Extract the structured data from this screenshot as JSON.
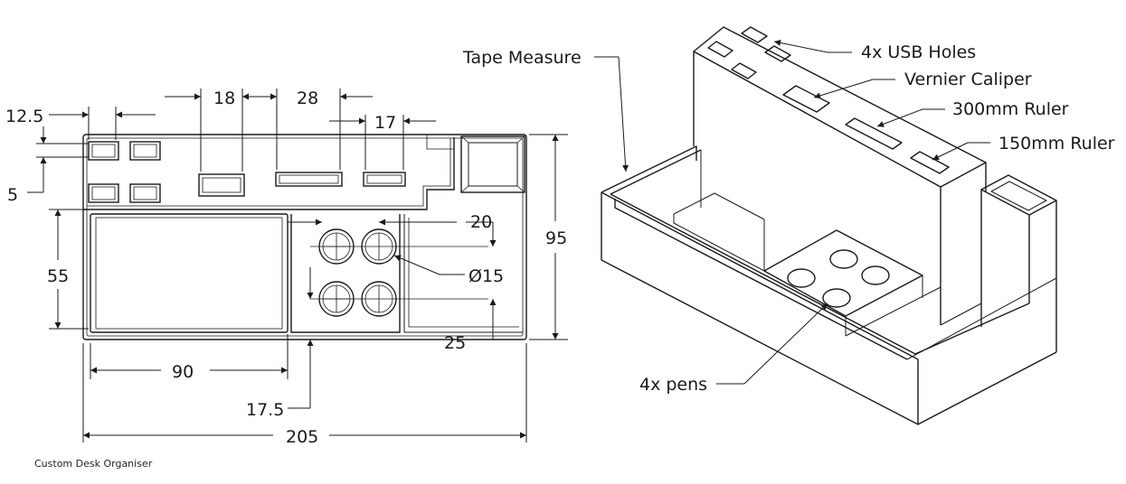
{
  "caption": "Custom Desk Organiser",
  "dimensions": {
    "d12_5": "12.5",
    "d5": "5",
    "d18": "18",
    "d28": "28",
    "d17": "17",
    "d20": "20",
    "d95": "95",
    "d55": "55",
    "d_dia15": "Ø15",
    "d25": "25",
    "d90": "90",
    "d17_5": "17.5",
    "d205": "205"
  },
  "callouts": {
    "tape_measure": "Tape Measure",
    "usb_holes": "4x USB Holes",
    "vernier_caliper": "Vernier Caliper",
    "ruler_300": "300mm Ruler",
    "ruler_150": "150mm Ruler",
    "pens": "4x pens"
  },
  "colors": {
    "line": "#1a1a1a",
    "background": "#ffffff"
  }
}
